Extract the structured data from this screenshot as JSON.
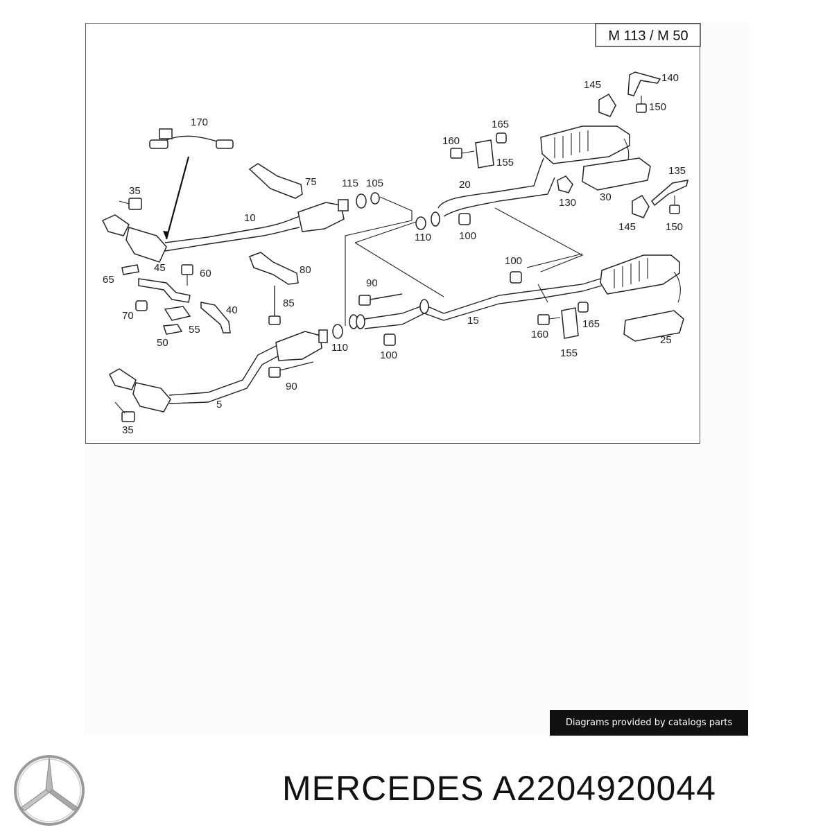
{
  "diagram": {
    "model_label": "M 113 / M 50",
    "caption": "Diagrams provided by catalogs parts",
    "callouts": {
      "c170": "170",
      "c35a": "35",
      "c75": "75",
      "c10": "10",
      "c115": "115",
      "c105": "105",
      "c160a": "160",
      "c165a": "165",
      "c155a": "155",
      "c145a": "145",
      "c140": "140",
      "c150a": "150",
      "c20": "20",
      "c130": "130",
      "c30": "30",
      "c135": "135",
      "c145b": "145",
      "c150b": "150",
      "c110a": "110",
      "c100a": "100",
      "c65": "65",
      "c45": "45",
      "c60": "60",
      "c80": "80",
      "c70": "70",
      "c55": "55",
      "c40": "40",
      "c50": "50",
      "c85": "85",
      "c90a": "90",
      "c100b": "100",
      "c15": "15",
      "c160b": "160",
      "c165b": "165",
      "c155b": "155",
      "c25": "25",
      "c110b": "110",
      "c100c": "100",
      "c90b": "90",
      "c5": "5",
      "c35b": "35"
    }
  },
  "product": {
    "brand": "MERCEDES",
    "part_number": "A2204920044",
    "logo_icon": "mercedes-star-icon"
  }
}
